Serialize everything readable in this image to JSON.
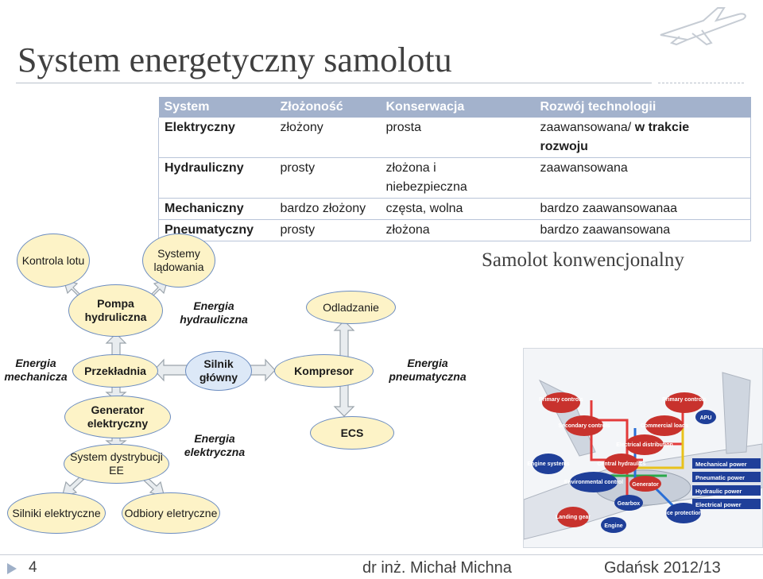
{
  "page": {
    "title": "System energetyczny samolotu",
    "subtitle": "Samolot konwencjonalny"
  },
  "table": {
    "headers": [
      "System",
      "Złożoność",
      "Konserwacja",
      "Rozwój technologii"
    ],
    "rows": [
      [
        "Elektryczny",
        "złożony",
        "prosta",
        "zaawansowana/",
        "w trakcie",
        "rozwoju"
      ],
      [
        "Hydrauliczny",
        "prosty",
        "złożona i",
        "niebezpieczna",
        "zaawansowana"
      ],
      [
        "Mechaniczny",
        "bardzo złożony",
        "częsta,  wolna",
        "bardzo zaawansowanaa"
      ],
      [
        "Pneumatyczny",
        "prosty",
        "złożona",
        "bardzo zaawansowana"
      ]
    ]
  },
  "diagram": {
    "nodes": {
      "kontrola": "Kontrola lotu",
      "systemy": "Systemy lądowania",
      "pompa": "Pompa hydruliczna",
      "odladzanie": "Odladzanie",
      "przekladnia": "Przekładnia",
      "silnik": "Silnik główny",
      "kompresor": "Kompresor",
      "generator": "Generator elektryczny",
      "ecs": "ECS",
      "dystrybucja": "System dystrybucji EE",
      "silniki_el": "Silniki elektryczne",
      "odbiory": "Odbiory eletryczne"
    },
    "labels": {
      "en_hydr": "Energia hydrauliczna",
      "en_mech": "Energia mechanicza",
      "en_pneu": "Energia pneumatyczna",
      "en_elek": "Energia elektryczna"
    },
    "colors": {
      "node_fill": "#fdf3c7",
      "node_blue_fill": "#dce8f7",
      "node_border": "#6b8cc0",
      "arrow_fill": "#e8ecef",
      "arrow_stroke": "#9aa3ab"
    }
  },
  "photo": {
    "callouts": {
      "primary_left": "Primary controls",
      "primary_right": "Primary controls",
      "secondary": "Secondary controls",
      "commercial": "Commercial loads",
      "apu": "APU",
      "electrical": "Electrical distribution",
      "engine_sys": "Engine systems",
      "central_hyd": "Central hydraulics",
      "environmental": "Environmental control",
      "generator": "Generator",
      "gearbox": "Gearbox",
      "landing": "Landing gear",
      "engine": "Engine",
      "ice": "Ice protection"
    },
    "legend": [
      {
        "label": "Mechanical power",
        "color": "#1f3f99"
      },
      {
        "label": "Pneumatic power",
        "color": "#1f3f99"
      },
      {
        "label": "Hydraulic power",
        "color": "#1f3f99"
      },
      {
        "label": "Electrical power",
        "color": "#1f3f99"
      }
    ],
    "line_colors": {
      "mechanical": "#2a6fd6",
      "pneumatic": "#2aa84a",
      "hydraulic": "#e8c21c",
      "electrical": "#e33a3a"
    }
  },
  "footer": {
    "page_number": "4",
    "author": "dr inż. Michał Michna",
    "place": "Gdańsk 2012/13"
  }
}
